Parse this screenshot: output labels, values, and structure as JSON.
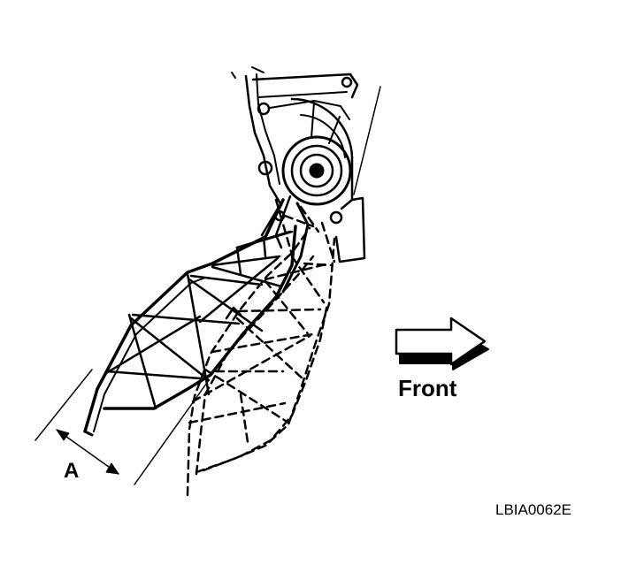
{
  "diagram": {
    "direction_label": "Front",
    "dimension_label": "A",
    "figure_code": "LBIA0062E",
    "colors": {
      "ink": "#000000",
      "paper": "#ffffff"
    }
  }
}
